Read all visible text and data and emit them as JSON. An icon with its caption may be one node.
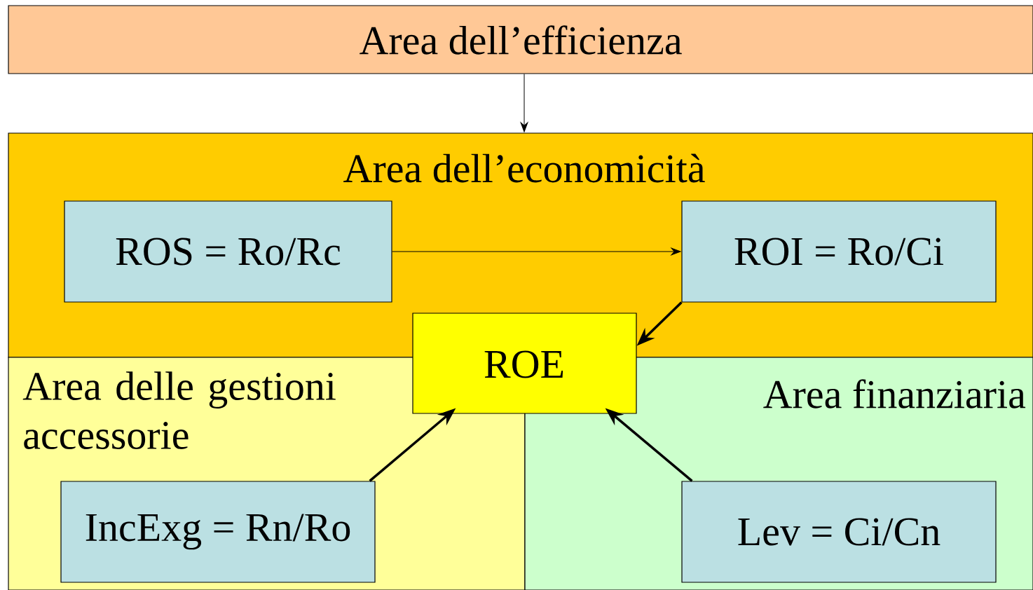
{
  "diagram": {
    "nodes": [
      {
        "text": [
          "Area dell’efficienza"
        ]
      },
      {
        "text": [
          "Area dell’economicità"
        ]
      },
      {
        "text": [
          "ROS = Ro/Rc"
        ],
        "in": 1
      },
      {
        "text": [
          "ROI = Ro/Ci"
        ],
        "in": 1
      },
      {
        "text": [
          "ROE"
        ]
      },
      {
        "text": [
          "Area delle gestioni accessorie"
        ]
      },
      {
        "text": [
          "Area finanziaria"
        ]
      },
      {
        "text": [
          "IncExg = Rn/Ro"
        ],
        "in": 5
      },
      {
        "text": [
          "Lev = Ci/Cn"
        ],
        "in": 6
      }
    ],
    "edges": [
      {
        "from": 0,
        "to": 1,
        "arrow": "to"
      },
      {
        "from": 2,
        "to": 3,
        "arrow": "to"
      },
      {
        "from": 3,
        "to": 4,
        "arrow": "to"
      },
      {
        "from": 7,
        "to": 4,
        "arrow": "to"
      },
      {
        "from": 8,
        "to": 4,
        "arrow": "to"
      }
    ]
  }
}
